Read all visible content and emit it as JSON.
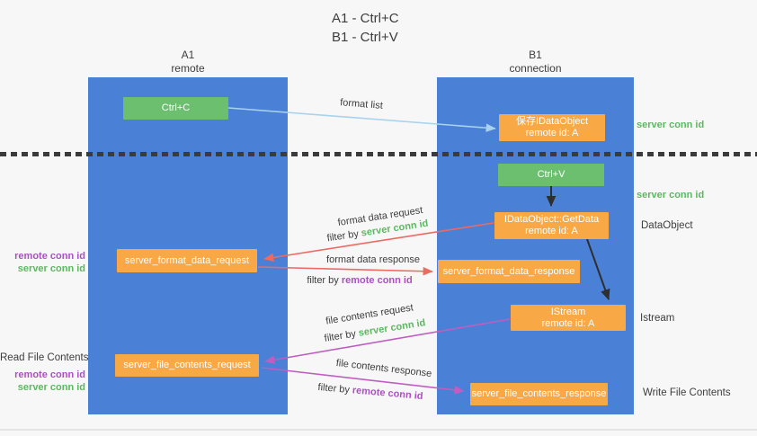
{
  "title": {
    "line1": "A1 - Ctrl+C",
    "line2": "B1 - Ctrl+V"
  },
  "lanes": {
    "left": {
      "name": "A1",
      "role": "remote"
    },
    "right": {
      "name": "B1",
      "role": "connection"
    }
  },
  "boxes": {
    "ctrl_c": {
      "label": "Ctrl+C"
    },
    "save_dataobject": {
      "line1": "保存IDataObject",
      "line2": "remote id: A"
    },
    "ctrl_v": {
      "label": "Ctrl+V"
    },
    "getdata": {
      "line1": "IDataObject::GetData",
      "line2": "remote id: A"
    },
    "format_request": {
      "label": "server_format_data_request"
    },
    "format_response": {
      "label": "server_format_data_response"
    },
    "istream": {
      "line1": "IStream",
      "line2": "remote id: A"
    },
    "file_request": {
      "label": "server_file_contents_request"
    },
    "file_response": {
      "label": "server_file_contents_response"
    }
  },
  "flow_labels": {
    "format_list": "format list",
    "format_data_request": "format data request",
    "format_data_response": "format data response",
    "file_contents_request": "file contents request",
    "file_contents_response": "file contents response",
    "filter_by": "filter by",
    "server_conn_id": "server conn id",
    "remote_conn_id": "remote conn id"
  },
  "side_labels": {
    "server_conn_id_top": "server conn id",
    "server_conn_id_mid": "server conn id",
    "dataobject": "DataObject",
    "istream": "Istream",
    "write_file_contents": "Write File Contents",
    "read_file_contents": "Read File Contents",
    "remote_conn_id_1": "remote conn id",
    "server_conn_id_1": "server conn id",
    "remote_conn_id_2": "remote conn id",
    "server_conn_id_2": "server conn id"
  },
  "colors": {
    "column_blue": "#4a80d5",
    "box_green": "#6dbf70",
    "box_orange": "#f8a844",
    "text_green": "#5cb860",
    "text_purple": "#ad4fc4",
    "arrow_red": "#ed6a62",
    "arrow_magenta": "#bf5ec0",
    "arrow_light_blue": "#a8d2ee",
    "arrow_black": "#2f2f2f",
    "dash_color": "#3b3b3b",
    "bg": "#f7f7f7",
    "text_dark": "#3d3d3d"
  }
}
